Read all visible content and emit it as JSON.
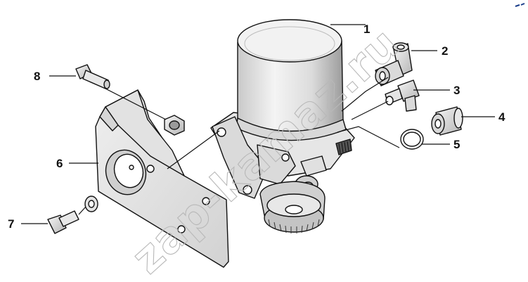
{
  "watermark": "zap-kamaz.ru",
  "callouts": [
    {
      "id": "1",
      "label": "1"
    },
    {
      "id": "2",
      "label": "2"
    },
    {
      "id": "3",
      "label": "3"
    },
    {
      "id": "4",
      "label": "4"
    },
    {
      "id": "5",
      "label": "5"
    },
    {
      "id": "6",
      "label": "6"
    },
    {
      "id": "7",
      "label": "7"
    },
    {
      "id": "8",
      "label": "8"
    }
  ]
}
